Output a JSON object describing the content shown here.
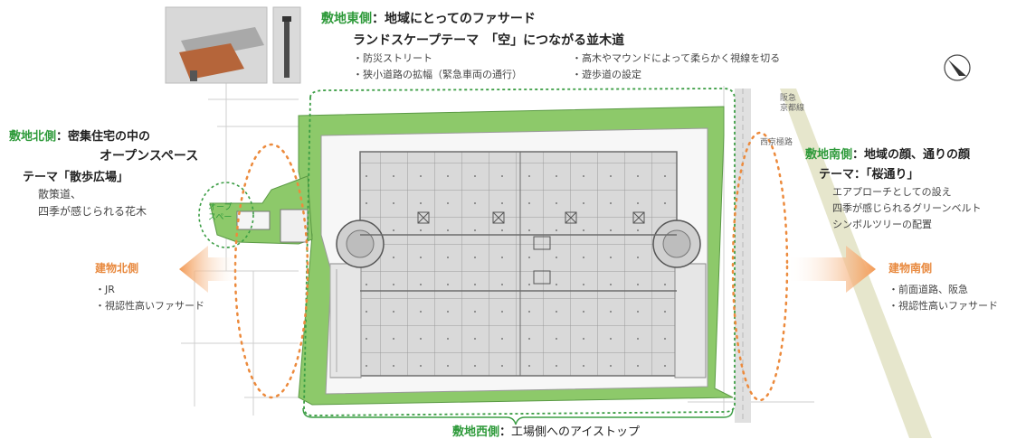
{
  "east": {
    "zone": "敷地東側",
    "sep": "：",
    "title": "地域にとってのファサード",
    "theme": "ランドスケープテーマ　「空」につながる並木道",
    "items": [
      "・防災ストリート",
      "・狭小道路の拡幅（緊急車両の通行）",
      "・高木やマウンドによって柔らかく視線を切る",
      "・遊歩道の設定"
    ]
  },
  "north": {
    "zone": "敷地北側",
    "sep": "：",
    "title1": "密集住宅の中の",
    "title2": "オープンスペース",
    "theme": "テーマ「散歩広場」",
    "items": [
      "散策道、",
      "四季が感じられる花木"
    ]
  },
  "south": {
    "zone": "敷地南側",
    "sep": "：",
    "title": "地域の顔、通りの顔",
    "theme": "テーマ：「桜通り」",
    "items": [
      "エアプローチとしての設え",
      "四季が感じられるグリーンベルト",
      "シンボルツリーの配置"
    ]
  },
  "west": {
    "zone": "敷地西側",
    "sep": "：",
    "title": "工場側へのアイストップ"
  },
  "building_north": {
    "label": "建物北側",
    "items": [
      "・JR",
      "・視認性高いファサード"
    ]
  },
  "building_south": {
    "label": "建物南側",
    "items": [
      "・前面道路、阪急",
      "・視認性高いファサード"
    ]
  },
  "map": {
    "rail_label1": "阪急",
    "rail_label2": "京都線",
    "road_label": "西京極路",
    "open_label1": "オープ",
    "open_label2": "スペー"
  },
  "colors": {
    "green": "#2e9a3a",
    "landscape": "#8dc96a",
    "orange_arrow": "#f4a66a",
    "building_grey": "#d6d6d6"
  },
  "icons": [
    "bench-photo",
    "bollard-photo",
    "north-compass-icon"
  ]
}
